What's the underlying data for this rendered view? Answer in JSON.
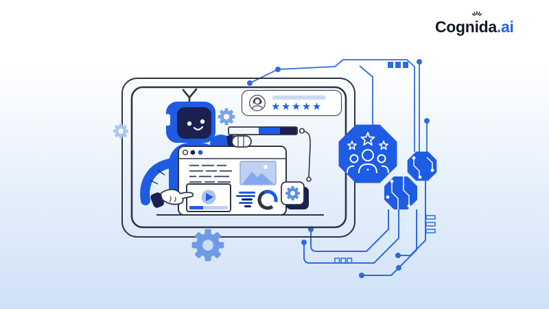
{
  "brand": {
    "prefix": "Cogn",
    "i": "i",
    "middle": "da",
    "suffix": ".ai"
  },
  "rating": {
    "stars": 5,
    "star_glyph": "★"
  },
  "browser": {
    "dots": 3
  },
  "circuit": {
    "top_pins": 3,
    "bottom_pins": 3,
    "side_pins": 3
  },
  "colors": {
    "bg-bottom": "#cfe1f7",
    "primary": "#1e5ce4",
    "circuit": "#2e6ae0",
    "ink": "#2e3347",
    "navy": "#1a2150",
    "medium-blue": "#78a3ea",
    "pale-blue": "#a9c6f1",
    "steel-blue": "#6d9be6",
    "square-gear-blue": "#5c8de6",
    "soft-blue": "#c9d9f3",
    "panel-blue": "#bed1f2",
    "mountain-blue": "#83a9ec",
    "play-blue": "#a9c4ee",
    "muted-line": "#59627c",
    "logo-ink": "#101828",
    "logo-accent": "#2563eb"
  },
  "icons": {
    "sparkle-burst": "rays",
    "star": "★",
    "gear": "cog",
    "play": "▶",
    "avatar": "person-with-headset",
    "team-badge": "three-people-with-stars",
    "image-placeholder": "mountains-photo",
    "donut-chart": "ring",
    "circuit-chip": "octagon-chip"
  }
}
